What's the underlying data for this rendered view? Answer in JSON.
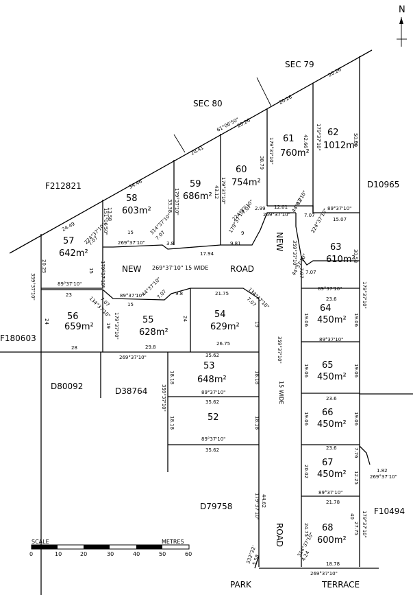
{
  "north_label": "N",
  "scale": {
    "caption": "SCALE",
    "unit": "METRES",
    "ticks": [
      "0",
      "10",
      "20",
      "30",
      "40",
      "50",
      "60"
    ]
  },
  "areas": {
    "sec79": "SEC 79",
    "sec80": "SEC 80",
    "f212821": "F212821",
    "d10965": "D10965",
    "f180603": "F180603",
    "d80092": "D80092",
    "d38764": "D38764",
    "d79758": "D79758",
    "f10494": "F10494"
  },
  "roads": {
    "new_road_1": "NEW",
    "new_road_2": "ROAD",
    "new_road_width": "269°37'10\" 15 WIDE",
    "new_vertical": "NEW",
    "road_vertical": "ROAD",
    "vertical_width": "15 WIDE",
    "park": "PARK",
    "terrace": "TERRACE"
  },
  "lots": [
    {
      "id": "56",
      "number": "56",
      "area": "659m²"
    },
    {
      "id": "57",
      "number": "57",
      "area": "642m²"
    },
    {
      "id": "58",
      "number": "58",
      "area": "603m²"
    },
    {
      "id": "59",
      "number": "59",
      "area": "686m²"
    },
    {
      "id": "60",
      "number": "60",
      "area": "754m²"
    },
    {
      "id": "61",
      "number": "61",
      "area": "760m²"
    },
    {
      "id": "62",
      "number": "62",
      "area": "1012m²"
    },
    {
      "id": "63",
      "number": "63",
      "area": "610m²"
    },
    {
      "id": "64",
      "number": "64",
      "area": "450m²"
    },
    {
      "id": "65",
      "number": "65",
      "area": "450m²"
    },
    {
      "id": "66",
      "number": "66",
      "area": "450m²"
    },
    {
      "id": "67",
      "number": "67",
      "area": "450m²"
    },
    {
      "id": "68",
      "number": "68",
      "area": "600m²"
    },
    {
      "id": "55",
      "number": "55",
      "area": "628m²"
    },
    {
      "id": "54",
      "number": "54",
      "area": "629m²"
    },
    {
      "id": "53",
      "number": "53",
      "area": "648m²"
    },
    {
      "id": "52",
      "number": "52",
      "area": ""
    }
  ],
  "dimensions": [
    "20.26",
    "20.26",
    "20.26",
    "20.41",
    "34.46",
    "24.49",
    "61°06'50\"",
    "151°06'50\"",
    "13.58",
    "42.66",
    "179°37'10\"",
    "50.59",
    "38.79",
    "43.12",
    "179°37'10\"",
    "33.38",
    "179°37'10\"",
    "179°37'10\"",
    "44°37'10\"",
    "8.2",
    "12.01",
    "269°37'10\"",
    "7.07",
    "89°37'10\"",
    "15.07",
    "224°37'10\"",
    "224°37'10\"",
    "7.07",
    "2.99",
    "9",
    "179°37'10\"",
    "9.81",
    "17.94",
    "3.8",
    "7.07",
    "314°37'10\"",
    "15",
    "269°37'10\"",
    "224°37'10\"",
    "7.07",
    "15",
    "20.25",
    "359°37'10\"",
    "179°37'10\"",
    "89°37'10\"",
    "23",
    "30.58",
    "179°37'10\"",
    "359°37'10\"",
    "44°37'10\"",
    "7.07",
    "7.07",
    "89°37'10\"",
    "89°37'10\"",
    "134°37'10\"",
    "44°37'10\"",
    "7.07",
    "9.8",
    "21.75",
    "134°37'10\"",
    "7.07",
    "7.07",
    "23.6",
    "19.06",
    "19.06",
    "24",
    "19",
    "179°37'10\"",
    "15",
    "24",
    "19",
    "28",
    "29.8",
    "26.75",
    "89°37'10\"",
    "359°37'10\"",
    "19.06",
    "19.06",
    "269°37'10\"",
    "35.62",
    "18.18",
    "18.18",
    "23.6",
    "359°37'10\"",
    "89°37'10\"",
    "35.62",
    "19.06",
    "19.06",
    "18.18",
    "18.18",
    "89°37'10\"",
    "23.6",
    "35.62",
    "7.76",
    "1.82",
    "269°37'10\"",
    "20.02",
    "12.25",
    "89°37'10\"",
    "21.78",
    "44.62",
    "179°37'10\"",
    "40",
    "27.75",
    "179°37'10\"",
    "24.75",
    "314°37'10\"",
    "4.24",
    "18.78",
    "332°22'",
    "5.58",
    "269°37'10\""
  ]
}
